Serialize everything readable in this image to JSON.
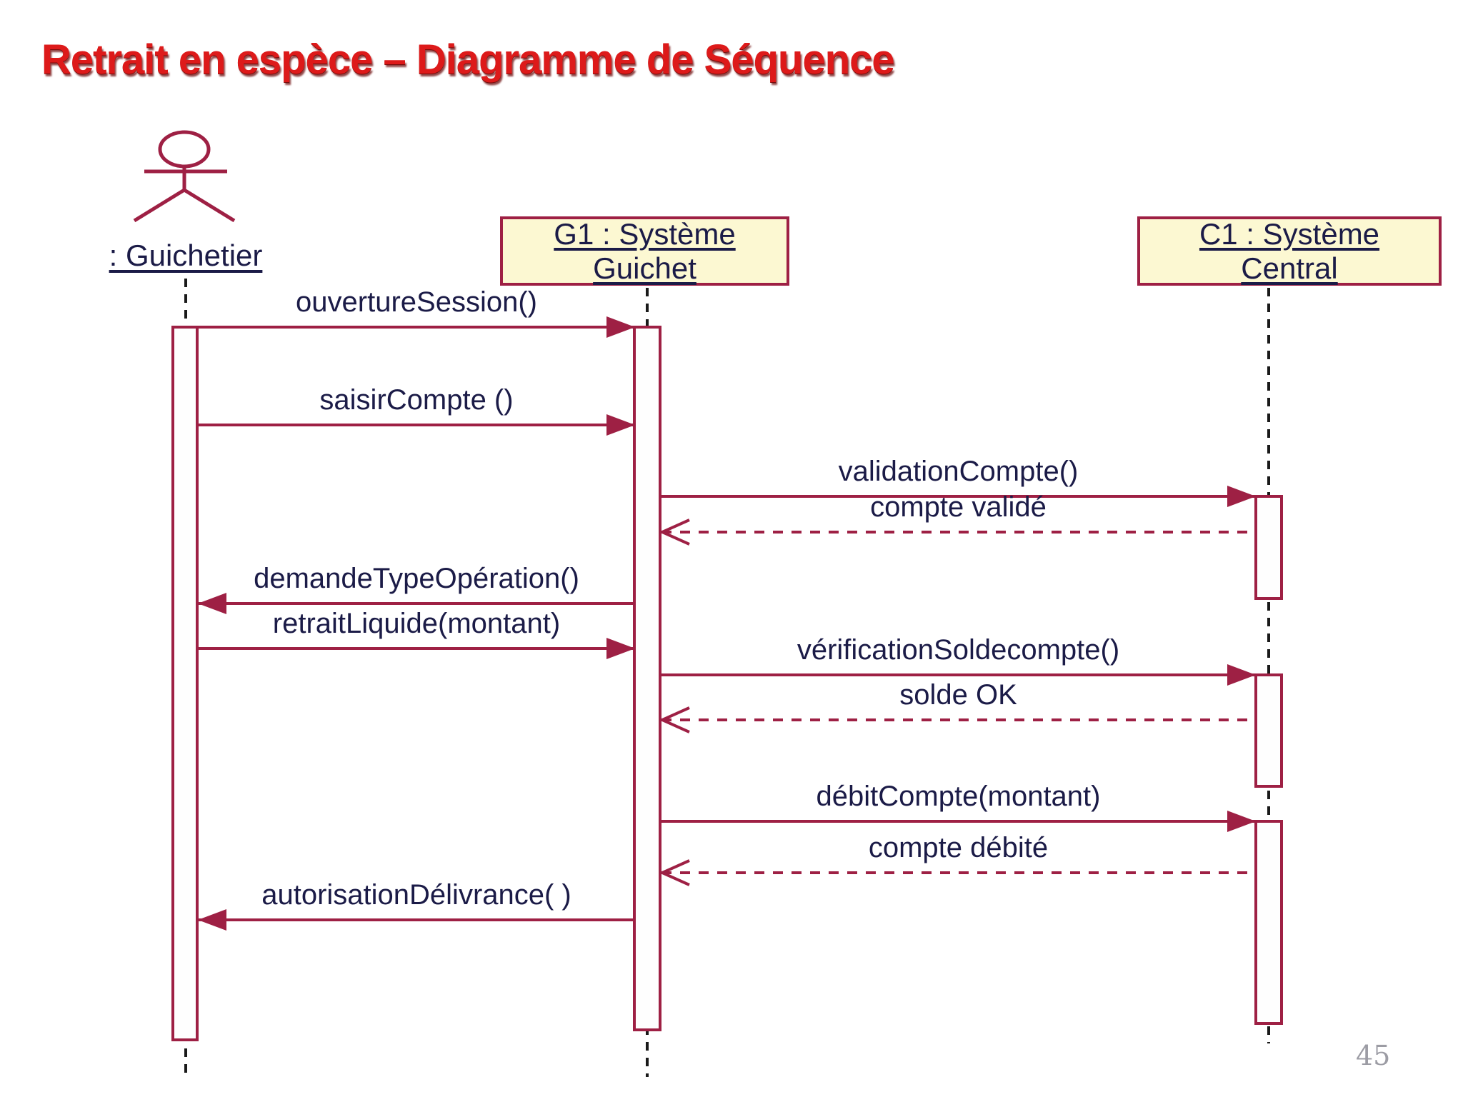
{
  "title": "Retrait en espèce – Diagramme de Séquence",
  "page_number": "45",
  "colors": {
    "title_red": "#DD1A1A",
    "diagram_maroon": "#9E2044",
    "box_fill_yellow": "#FCF8D2",
    "label_navy": "#1B1B47",
    "lifeline_black": "#1A1A1A",
    "page_number_gray": "#9C9CA4"
  },
  "diagram": {
    "type": "uml-sequence",
    "lifelines": [
      {
        "id": "guichetier",
        "kind": "actor",
        "label": ": Guichetier"
      },
      {
        "id": "g1",
        "kind": "object",
        "label_line1": "G1 : Système",
        "label_line2": "Guichet"
      },
      {
        "id": "c1",
        "kind": "object",
        "label_line1": "C1 : Système",
        "label_line2": "Central"
      }
    ],
    "messages": [
      {
        "label": "ouvertureSession()",
        "from": "guichetier",
        "to": "g1",
        "kind": "synchronous"
      },
      {
        "label": "saisirCompte ()",
        "from": "guichetier",
        "to": "g1",
        "kind": "synchronous"
      },
      {
        "label": "validationCompte()",
        "from": "g1",
        "to": "c1",
        "kind": "synchronous"
      },
      {
        "label": "compte validé",
        "from": "c1",
        "to": "g1",
        "kind": "return"
      },
      {
        "label": "demandeTypeOpération()",
        "from": "g1",
        "to": "guichetier",
        "kind": "synchronous"
      },
      {
        "label": "retraitLiquide(montant)",
        "from": "guichetier",
        "to": "g1",
        "kind": "synchronous"
      },
      {
        "label": "vérificationSoldecompte()",
        "from": "g1",
        "to": "c1",
        "kind": "synchronous"
      },
      {
        "label": "solde OK",
        "from": "c1",
        "to": "g1",
        "kind": "return"
      },
      {
        "label": "débitCompte(montant)",
        "from": "g1",
        "to": "c1",
        "kind": "synchronous"
      },
      {
        "label": "compte débité",
        "from": "c1",
        "to": "g1",
        "kind": "return"
      },
      {
        "label": "autorisationDélivrance( )",
        "from": "g1",
        "to": "guichetier",
        "kind": "synchronous"
      }
    ]
  }
}
